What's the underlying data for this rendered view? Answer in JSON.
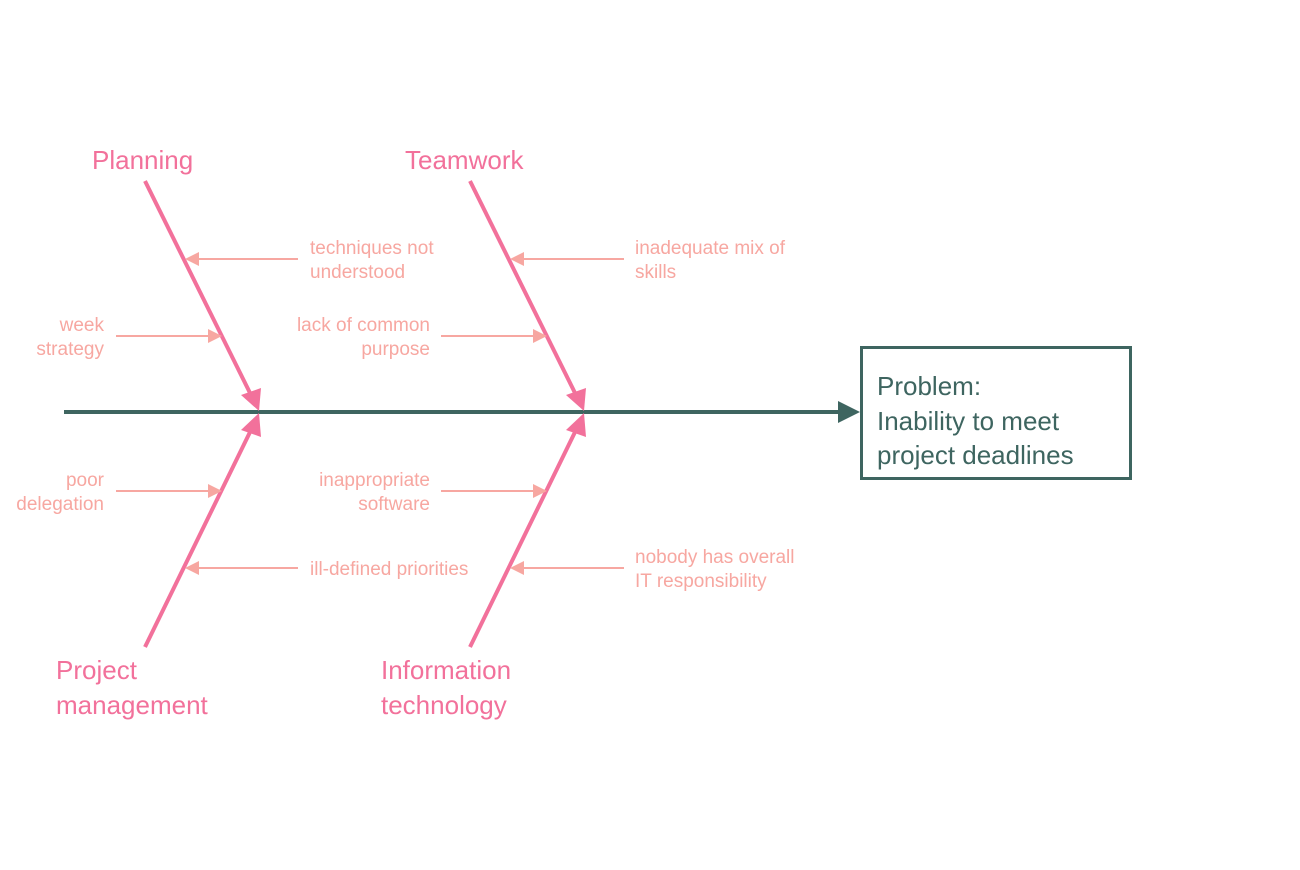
{
  "diagram": {
    "type": "fishbone",
    "colors": {
      "spine": "#3e6560",
      "category": "#f2719b",
      "cause": "#f7a7a1",
      "problem_text": "#3e6560"
    },
    "problem": {
      "line1": "Problem:",
      "line2": "Inability to meet",
      "line3": "project deadlines"
    },
    "categories": [
      {
        "name": "Planning",
        "causes": [
          "techniques not\nunderstood",
          "week\nstrategy"
        ]
      },
      {
        "name": "Teamwork",
        "causes": [
          "inadequate mix of\nskills",
          "lack of common\npurpose"
        ]
      },
      {
        "name": "Project\nmanagement",
        "causes": [
          "poor\ndelegation",
          "ill-defined priorities"
        ]
      },
      {
        "name": "Information\ntechnology",
        "causes": [
          "inappropriate\nsoftware",
          "nobody has overall\nIT responsibility"
        ]
      }
    ]
  }
}
